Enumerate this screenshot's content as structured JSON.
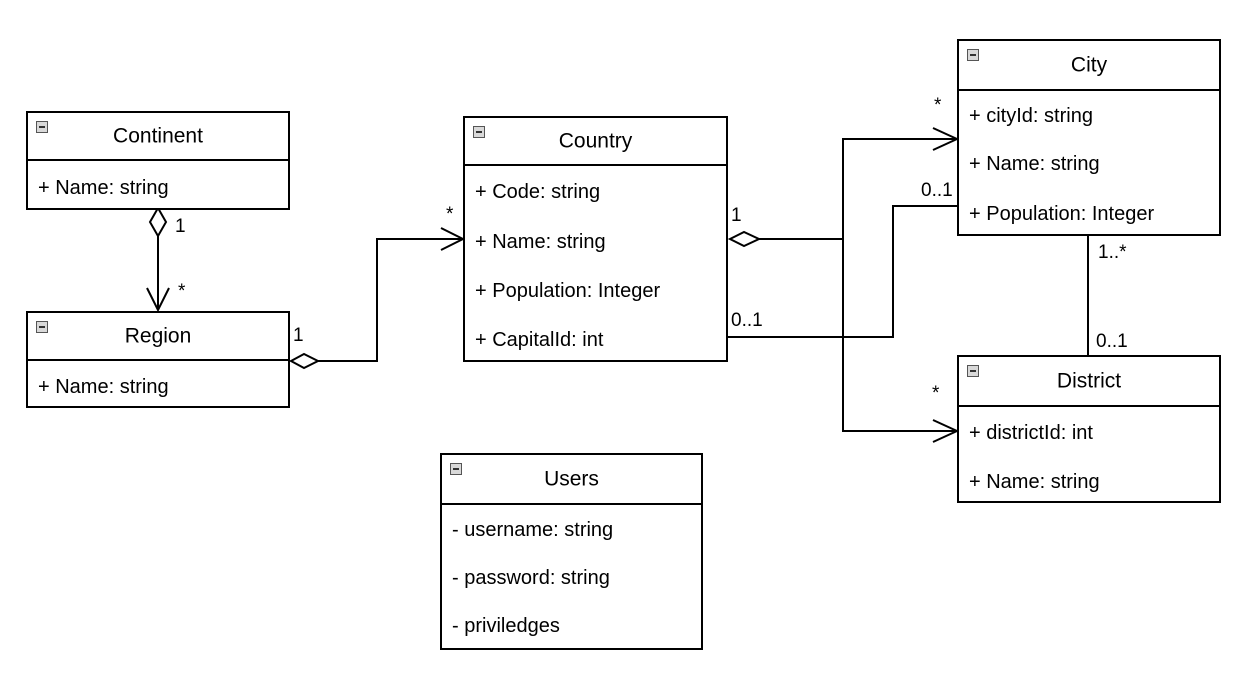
{
  "classes": {
    "continent": {
      "name": "Continent",
      "attributes": [
        "+ Name: string"
      ]
    },
    "region": {
      "name": "Region",
      "attributes": [
        "+ Name: string"
      ]
    },
    "country": {
      "name": "Country",
      "attributes": [
        "+ Code: string",
        "+ Name: string",
        "+ Population: Integer",
        "+ CapitalId: int"
      ]
    },
    "city": {
      "name": "City",
      "attributes": [
        "+ cityId: string",
        "+ Name: string",
        "+ Population: Integer"
      ]
    },
    "district": {
      "name": "District",
      "attributes": [
        "+ districtId: int",
        "+ Name: string"
      ]
    },
    "users": {
      "name": "Users",
      "attributes": [
        "- username: string",
        "- password: string",
        "- priviledges"
      ]
    }
  },
  "multiplicities": {
    "continent_end": "1",
    "region_from_continent": "*",
    "region_end": "1",
    "country_from_region": "*",
    "country_agg": "1",
    "city_from_country": "*",
    "district_from_country": "*",
    "country_capital": "0..1",
    "city_capital": "0..1",
    "city_to_district": "1..*",
    "district_from_city": "0..1"
  },
  "colors": {
    "stroke": "#000000",
    "background": "#ffffff",
    "collapse_icon": "#d9d9d9"
  }
}
